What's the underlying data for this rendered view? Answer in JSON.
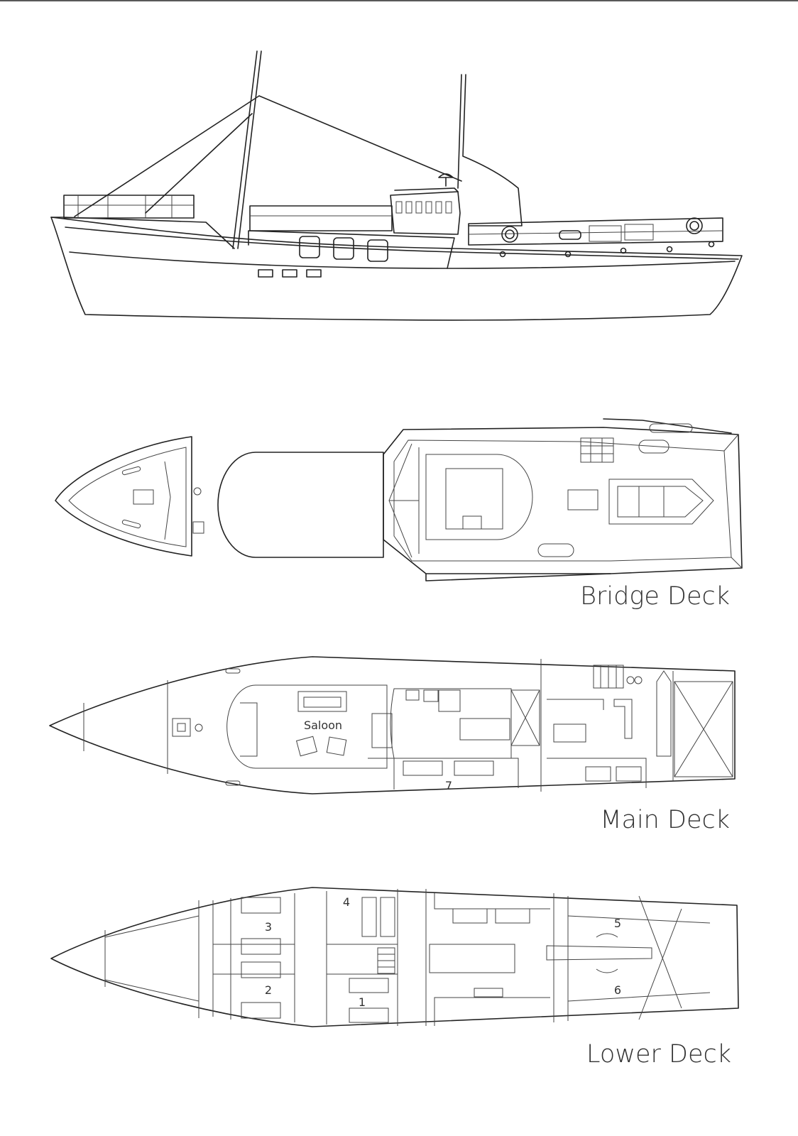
{
  "decks": {
    "bridge": {
      "label": "Bridge Deck"
    },
    "main": {
      "label": "Main Deck",
      "rooms": {
        "saloon": "Saloon",
        "cabin7": "7"
      }
    },
    "lower": {
      "label": "Lower Deck",
      "rooms": {
        "cabin1": "1",
        "cabin2": "2",
        "cabin3": "3",
        "cabin4": "4",
        "cabin5": "5",
        "cabin6": "6"
      }
    }
  },
  "colors": {
    "line": "#222222",
    "background": "#ffffff"
  }
}
